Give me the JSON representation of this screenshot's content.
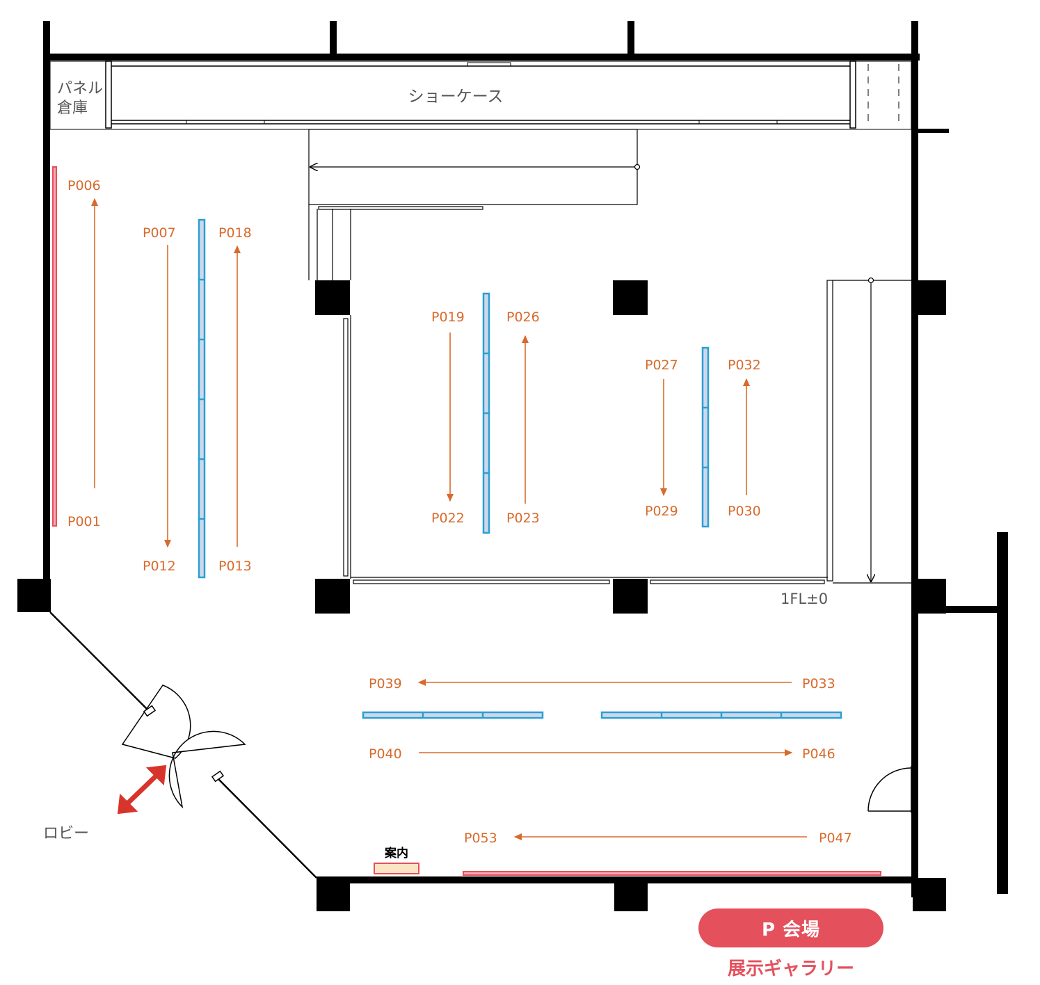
{
  "rooms": {
    "panel_storage_line1": "パネル",
    "panel_storage_line2": "倉庫",
    "showcase": "ショーケース",
    "lobby": "ロビー",
    "floor_level": "1FL±0",
    "info_desk": "案内"
  },
  "panels": {
    "p001": "P001",
    "p006": "P006",
    "p007": "P007",
    "p012": "P012",
    "p013": "P013",
    "p018": "P018",
    "p019": "P019",
    "p022": "P022",
    "p023": "P023",
    "p026": "P026",
    "p027": "P027",
    "p029": "P029",
    "p030": "P030",
    "p032": "P032",
    "p033": "P033",
    "p039": "P039",
    "p040": "P040",
    "p046": "P046",
    "p047": "P047",
    "p053": "P053"
  },
  "venue": {
    "badge": "P 会場",
    "title": "展示ギャラリー"
  },
  "colors": {
    "label_orange": "#d86a2c",
    "panel_blue": "#2a9fd6",
    "panel_fill": "#cfd8e8",
    "wall_panel_red": "#e4505c",
    "entrance_arrow": "#d9342b",
    "badge": "#e4505c"
  }
}
